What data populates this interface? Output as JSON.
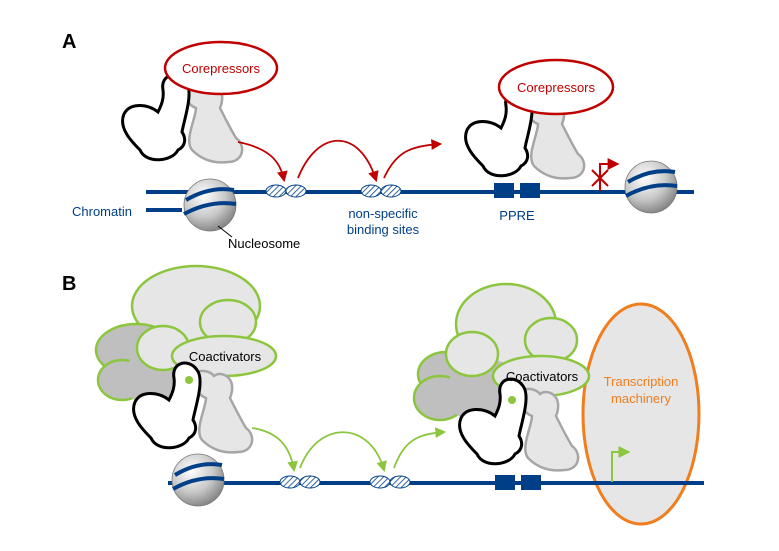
{
  "panel_a": {
    "letter": "A",
    "corepressors_left": "Corepressors",
    "corepressors_right": "Corepressors",
    "chromatin": "Chromatin",
    "nucleosome": "Nucleosome",
    "nonspecific_line1": "non-specific",
    "nonspecific_line2": "binding sites",
    "ppre": "PPRE"
  },
  "panel_b": {
    "letter": "B",
    "coactivators_left": "Coactivators",
    "coactivators_right": "Coactivators",
    "transcription_line1": "Transcription",
    "transcription_line2": "machinery"
  },
  "colors": {
    "dna": "#003f87",
    "corepressor": "#c00000",
    "coactivator_outline": "#8cc63f",
    "transcription": "#f07d1e",
    "protein_fill": "#e6e6e6",
    "protein_dark": "#bfbfbf"
  }
}
